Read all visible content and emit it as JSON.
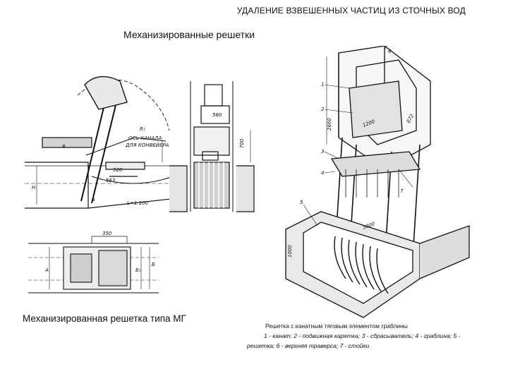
{
  "page": {
    "title": "УДАЛЕНИЕ ВЗВЕШЕННЫХ ЧАСТИЦ ИЗ СТОЧНЫХ ВОД",
    "subtitle": "Механизированные решетки",
    "caption_left": "Механизированная решетка типа МГ",
    "caption_right": {
      "line1": "Решетка с канатным тяговым элементом граблины",
      "line2": "1 - канат; 2 - подвижная каретка; 3 - сбрасыватель; 4 - граблина; 5 -",
      "line3": "решетка; 6 - верхняя траверса; 7 - стойки"
    }
  },
  "drawing_labels": {
    "side_view": {
      "canal_axis_1": "ОСЬ КАНАЛА",
      "canal_axis_2": "ДЛЯ КОНВЕЙЕРА",
      "dim_520": "520",
      "dim_563": "563",
      "dim_L": "L=1:100",
      "label_H": "H",
      "label_alpha": "α",
      "label_R1": "R₁",
      "label_R": "R"
    },
    "front_view": {
      "dim_580": "580",
      "dim_700": "700"
    },
    "plan_view": {
      "dim_350": "350",
      "label_A": "A",
      "label_B": "Б",
      "label_B1": "Б₁"
    },
    "isometric": {
      "n1": "1",
      "n2": "2",
      "n3": "3",
      "n4": "4",
      "n5": "5",
      "n6": "6",
      "n7": "7",
      "dim_872": "872",
      "dim_2660": "2660",
      "dim_1200": "1200",
      "dim_3000": "3000",
      "dim_1000": "1000"
    }
  }
}
